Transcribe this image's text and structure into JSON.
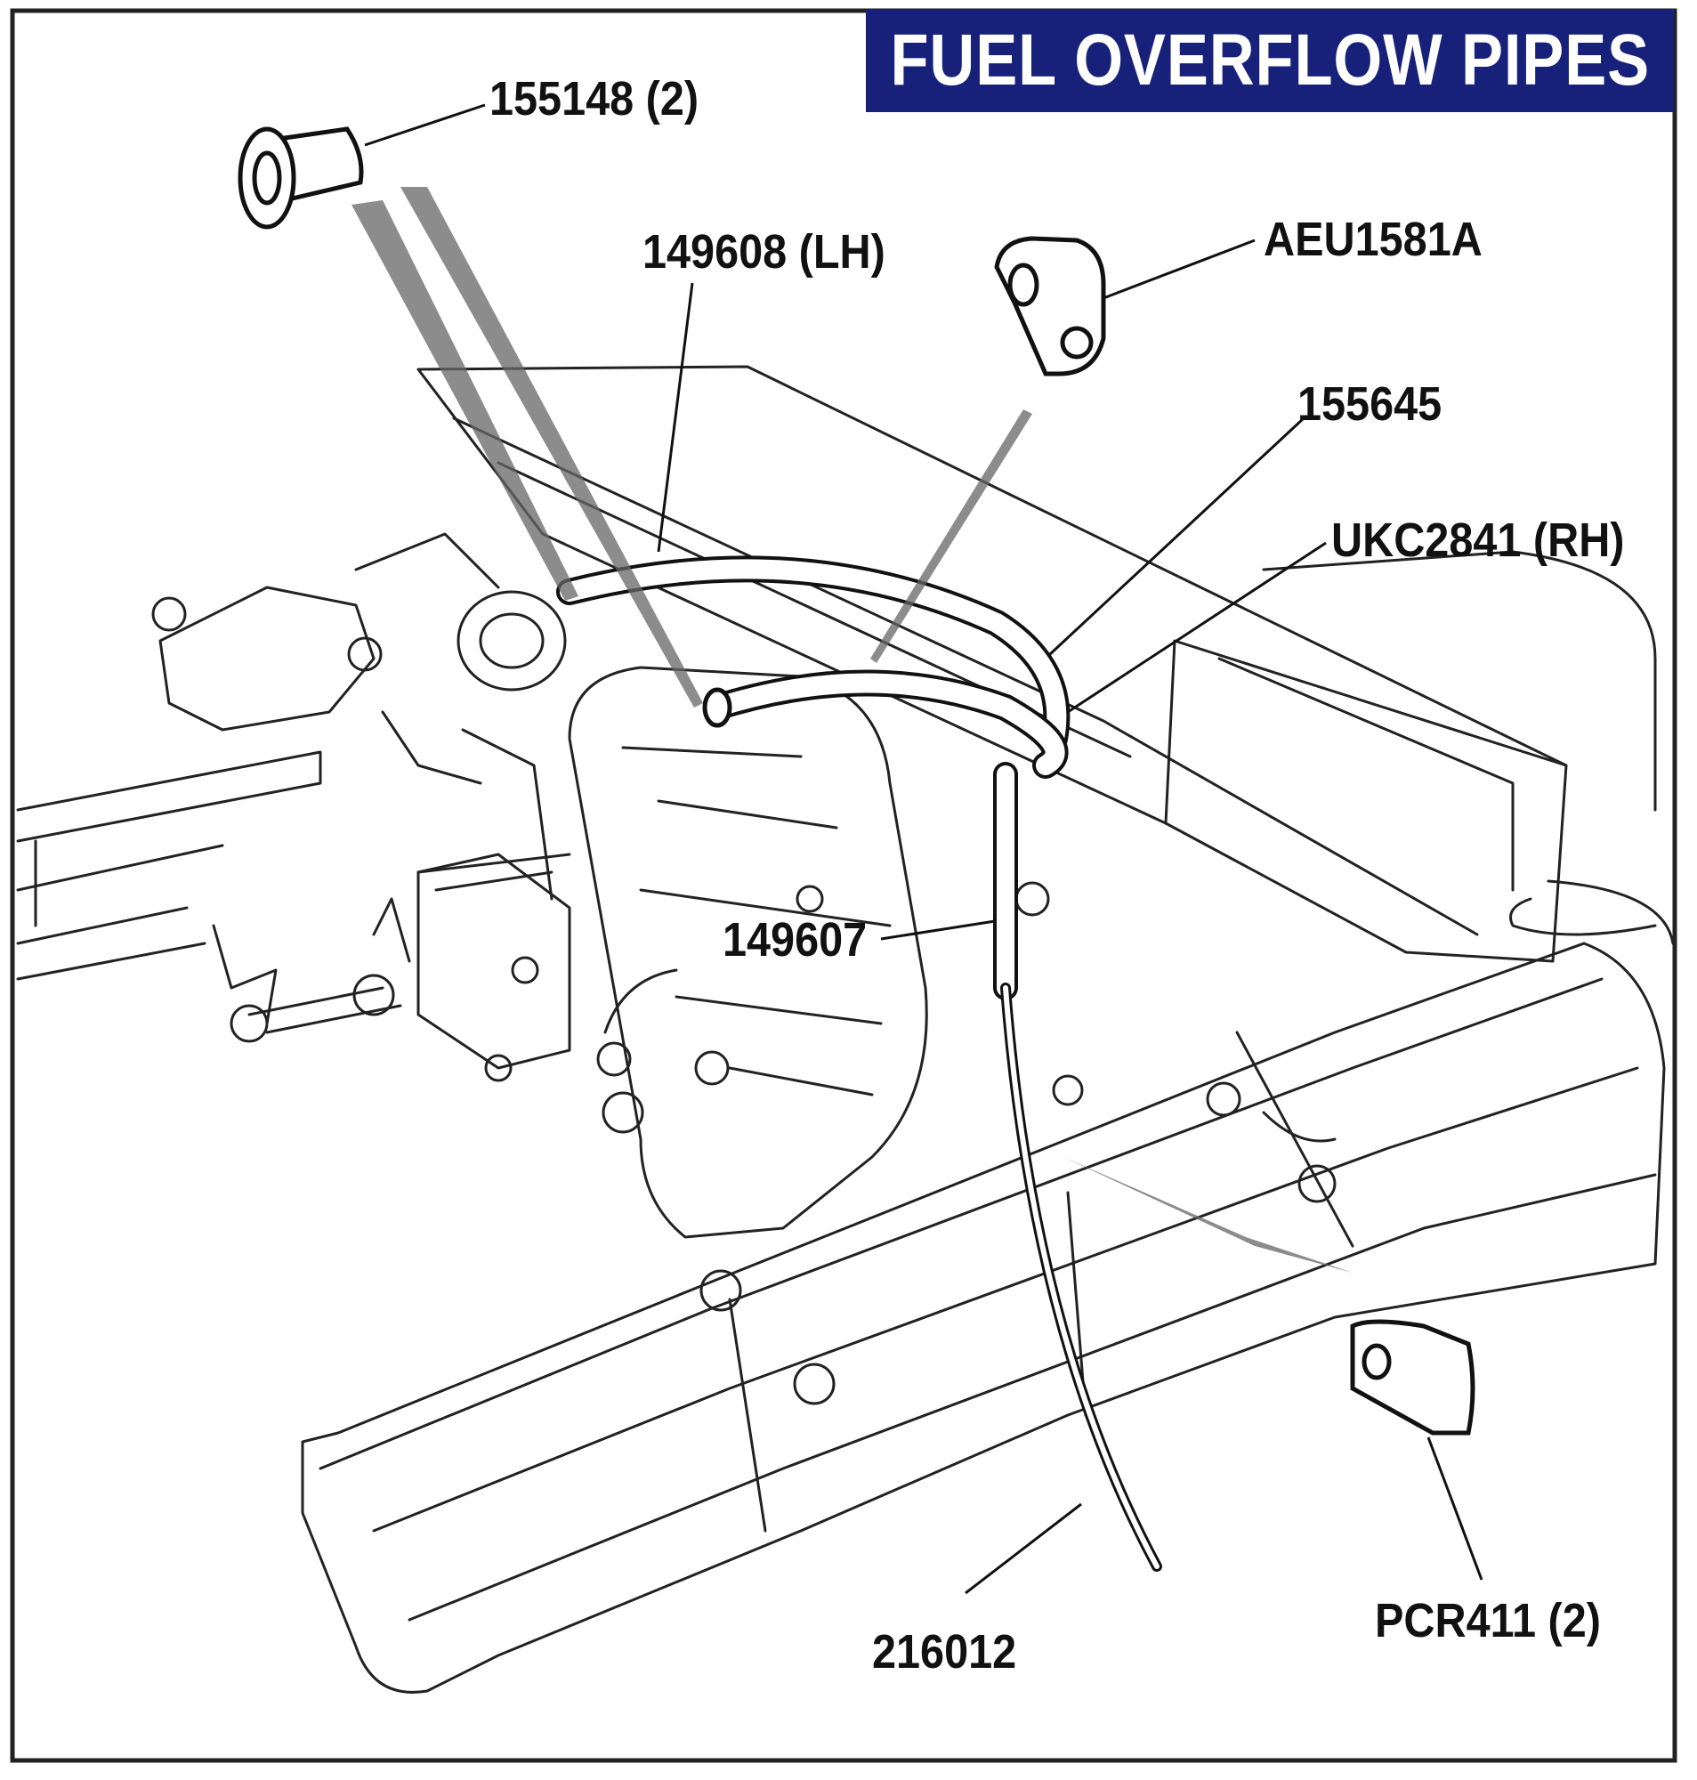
{
  "title": "FUEL OVERFLOW PIPES",
  "colors": {
    "title_bg": "#17217a",
    "title_text": "#ffffff",
    "line": "#111111",
    "frame": "#222222"
  },
  "parts": [
    {
      "id": "155148",
      "label": "155148 (2)"
    },
    {
      "id": "149608",
      "label": "149608 (LH)"
    },
    {
      "id": "AEU1581A",
      "label": "AEU1581A"
    },
    {
      "id": "155645",
      "label": "155645"
    },
    {
      "id": "UKC2841",
      "label": "UKC2841 (RH)"
    },
    {
      "id": "149607",
      "label": "149607"
    },
    {
      "id": "216012",
      "label": "216012"
    },
    {
      "id": "PCR411",
      "label": "PCR411 (2)"
    }
  ]
}
